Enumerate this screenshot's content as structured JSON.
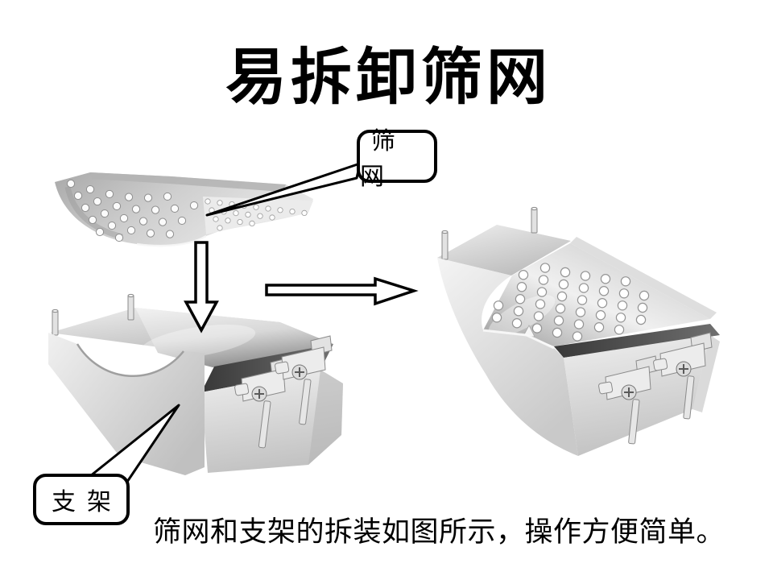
{
  "slide": {
    "title": "易拆卸筛网",
    "caption": "筛网和支架的拆装如图所示，操作方便简单。",
    "background": "#ffffff"
  },
  "callouts": {
    "mesh": {
      "label": "筛网"
    },
    "bracket": {
      "label": "支架"
    }
  },
  "figures": {
    "mesh_part": "perforated-screen-mesh",
    "bracket_part": "support-bracket",
    "assembly": "assembled-screen-on-bracket",
    "down_arrow": "down-arrow",
    "right_arrow": "right-arrow"
  },
  "colors": {
    "outline": "#000000",
    "text": "#000000",
    "metal_light": "#f2f2f2",
    "metal_mid": "#c9c9c9",
    "metal_dark": "#8f8f8f",
    "band_dark": "#454545"
  }
}
